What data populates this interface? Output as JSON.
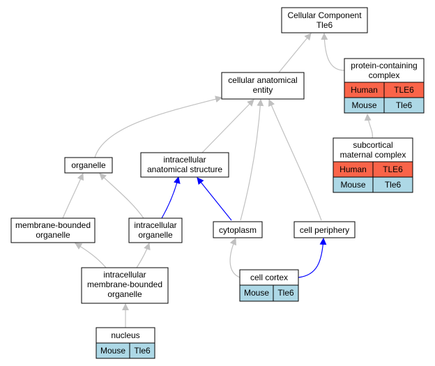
{
  "colors": {
    "human": "#fa6449",
    "mouse": "#add8e6",
    "edge_grey": "#c0c0c0",
    "edge_blue": "#0000ff"
  },
  "nodes": {
    "root": {
      "line1": "Cellular Component",
      "line2": "Tle6"
    },
    "cae": {
      "line1": "cellular anatomical",
      "line2": "entity"
    },
    "pcc": {
      "line1": "protein-containing",
      "line2": "complex",
      "human_species": "Human",
      "human_gene": "TLE6",
      "mouse_species": "Mouse",
      "mouse_gene": "Tle6"
    },
    "scmc": {
      "line1": "subcortical",
      "line2": "maternal complex",
      "human_species": "Human",
      "human_gene": "TLE6",
      "mouse_species": "Mouse",
      "mouse_gene": "Tle6"
    },
    "organelle": {
      "line1": "organelle"
    },
    "ias": {
      "line1": "intracellular",
      "line2": "anatomical structure"
    },
    "mbo": {
      "line1": "membrane-bounded",
      "line2": "organelle"
    },
    "io": {
      "line1": "intracellular",
      "line2": "organelle"
    },
    "cytoplasm": {
      "line1": "cytoplasm"
    },
    "periphery": {
      "line1": "cell periphery"
    },
    "imbo": {
      "line1": "intracellular",
      "line2": "membrane-bounded",
      "line3": "organelle"
    },
    "cortex": {
      "line1": "cell cortex",
      "mouse_species": "Mouse",
      "mouse_gene": "Tle6"
    },
    "nucleus": {
      "line1": "nucleus",
      "mouse_species": "Mouse",
      "mouse_gene": "Tle6"
    }
  }
}
